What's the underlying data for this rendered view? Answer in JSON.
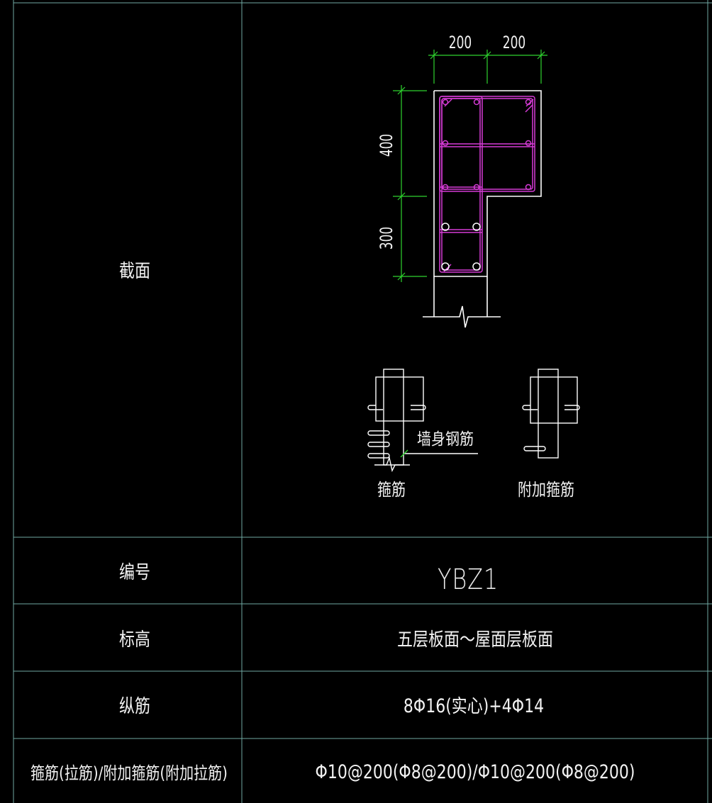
{
  "table": {
    "rows": [
      {
        "label": "截面"
      },
      {
        "label": "编号",
        "value": "YBZ1"
      },
      {
        "label": "标高",
        "value": "五层板面～屋面层板面"
      },
      {
        "label": "纵筋",
        "value": "8Φ16(实心)+4Φ14"
      },
      {
        "label": "箍筋(拉筋)/附加箍筋(附加拉筋)",
        "value": "Φ10@200(Φ8@200)/Φ10@200(Φ8@200)"
      }
    ]
  },
  "section": {
    "dims_top": [
      "200",
      "200"
    ],
    "dims_left": [
      "400",
      "300"
    ]
  },
  "details": {
    "wall_rebar_label": "墙身钢筋",
    "stirrup_caption": "箍筋",
    "extra_stirrup_caption": "附加箍筋"
  },
  "colors": {
    "grid": "#6fa9a2",
    "outline": "#ffffff",
    "rebar": "#d63bd6",
    "dimension": "#2fd32f",
    "text": "#f2f2f2"
  }
}
